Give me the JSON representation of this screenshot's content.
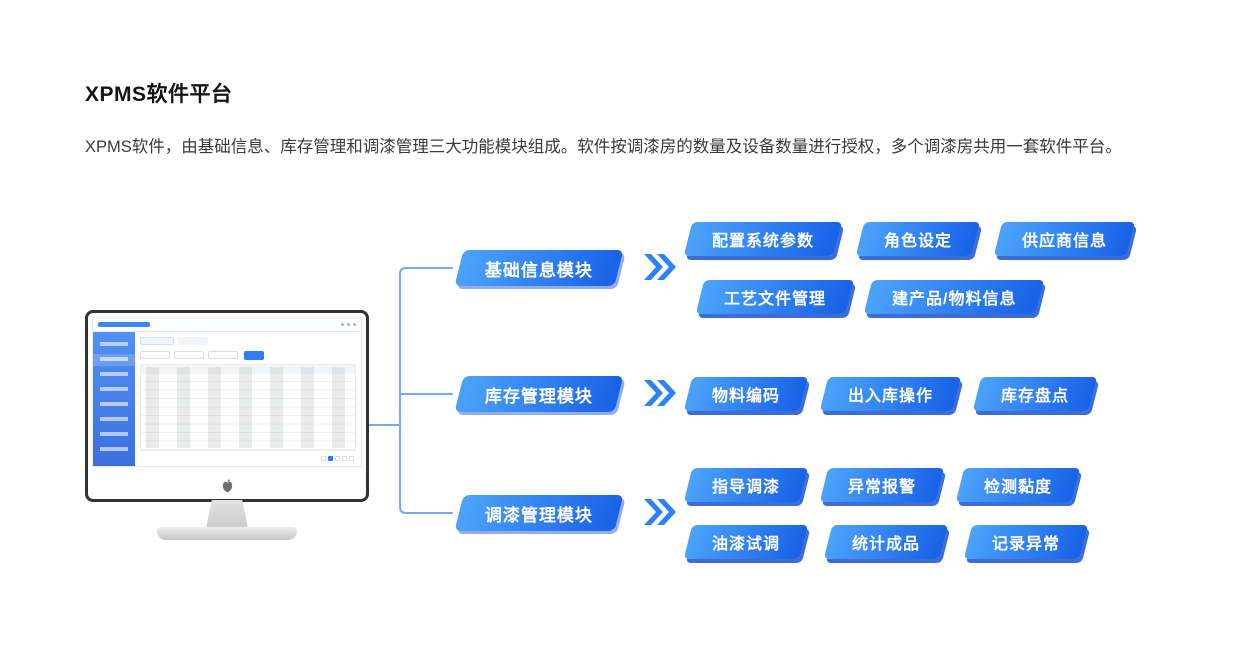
{
  "page": {
    "title": "XPMS软件平台",
    "description": "XPMS软件，由基础信息、库存管理和调漆管理三大功能模块组成。软件按调漆房的数量及设备数量进行授权，多个调漆房共用一套软件平台。"
  },
  "modules": [
    {
      "label": "基础信息模块",
      "rows": [
        [
          "配置系统参数",
          "角色设定",
          "供应商信息"
        ],
        [
          "工艺文件管理",
          "建产品/物料信息"
        ]
      ]
    },
    {
      "label": "库存管理模块",
      "rows": [
        [
          "物料编码",
          "出入库操作",
          "库存盘点"
        ]
      ]
    },
    {
      "label": "调漆管理模块",
      "rows": [
        [
          "指导调漆",
          "异常报警",
          "检测黏度"
        ],
        [
          "油漆试调",
          "统计成品",
          "记录异常"
        ]
      ]
    }
  ],
  "icons": {
    "chevron": "double-chevron-right",
    "apple": "apple-logo"
  },
  "colors": {
    "button_gradient_start": "#49a1f9",
    "button_gradient_end": "#1a63e8",
    "button_shadow": "#0d48c8",
    "connector_line": "#74a9f6",
    "chevron": "#2e82f5",
    "mini_ui_accent": "#2f7df6"
  }
}
